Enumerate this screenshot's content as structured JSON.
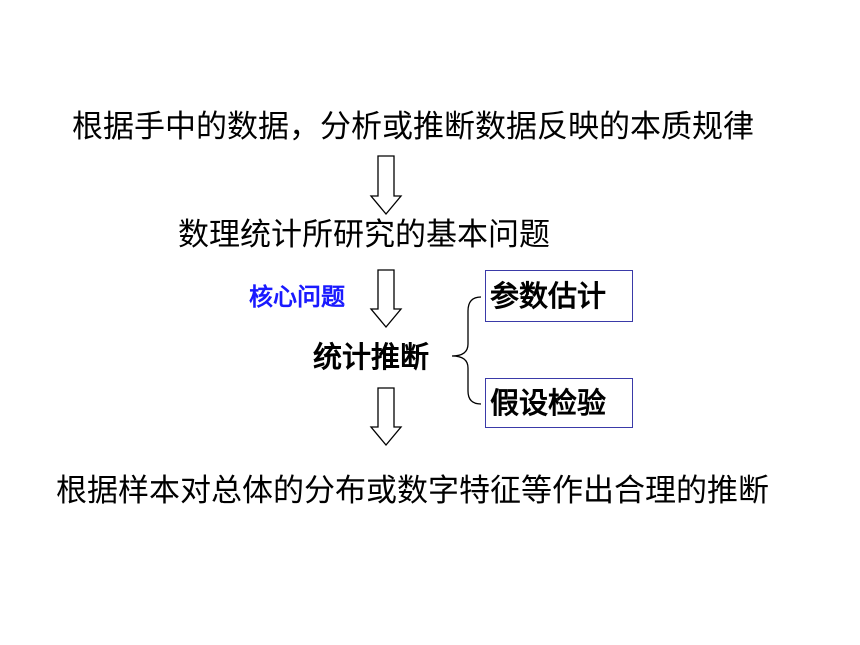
{
  "top_text": "根据手中的数据，分析或推断数据反映的本质规律",
  "basic_problem": "数理统计所研究的基本问题",
  "core_label": "核心问题",
  "inference": "统计推断",
  "branches": [
    "参数估计",
    "假设检验"
  ],
  "bottom_text": "根据样本对总体的分布或数字特征等作出合理的推断",
  "colors": {
    "core_label": "#1a1aff",
    "box_border": "#3a3aa8",
    "text": "#000000"
  }
}
